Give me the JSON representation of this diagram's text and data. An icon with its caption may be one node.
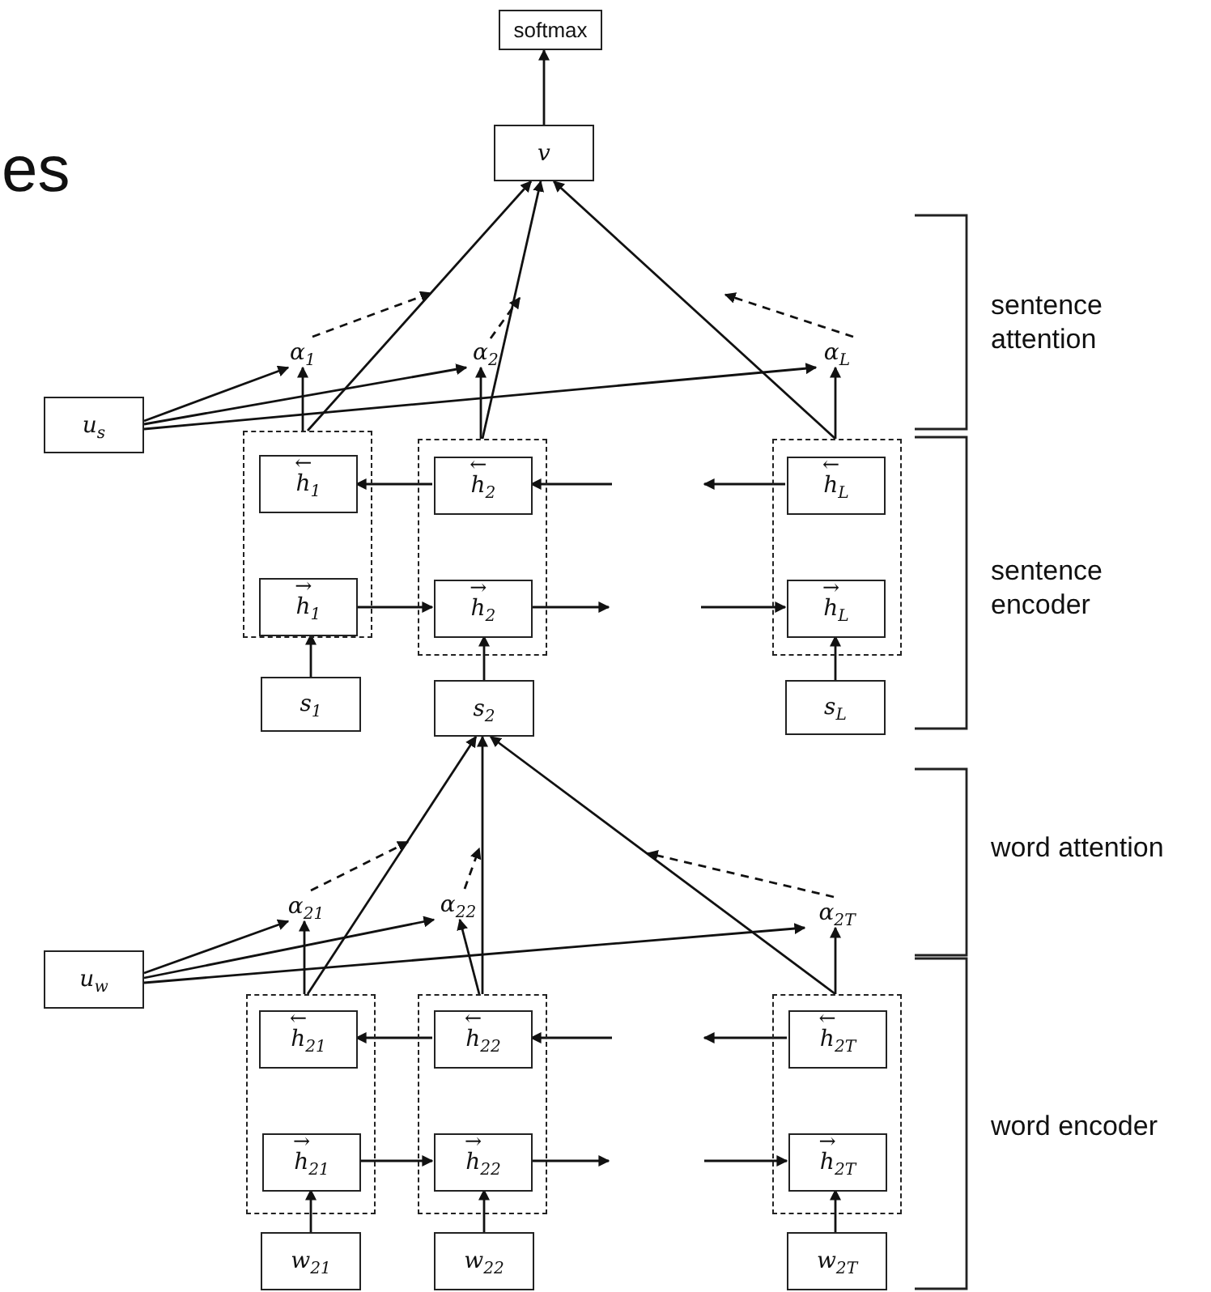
{
  "diagram": {
    "nodes": [
      {
        "text": [
          "softmax"
        ]
      },
      {
        "text": [
          "v"
        ]
      },
      {
        "text": [
          "α$_{1}$"
        ]
      },
      {
        "text": [
          "α$_{2}$"
        ]
      },
      {
        "text": [
          "α$_{L}$"
        ]
      },
      {
        "text": [
          "u$_{s}$"
        ]
      },
      {
        "text": [],
        "shape": "box"
      },
      {
        "text": [
          "$^{←}$h$_{1}$"
        ],
        "in": 6
      },
      {
        "text": [
          "$^{→}$h$_{1}$"
        ],
        "in": 6
      },
      {
        "text": [],
        "shape": "box"
      },
      {
        "text": [
          "$^{←}$h$_{2}$"
        ],
        "in": 9
      },
      {
        "text": [
          "$^{→}$h$_{2}$"
        ],
        "in": 9
      },
      {
        "text": [],
        "shape": "box"
      },
      {
        "text": [
          "$^{←}$h$_{L}$"
        ],
        "in": 12
      },
      {
        "text": [
          "$^{→}$h$_{L}$"
        ],
        "in": 12
      },
      {
        "text": [
          "s$_{1}$"
        ]
      },
      {
        "text": [
          "s$_{2}$"
        ]
      },
      {
        "text": [
          "s$_{L}$"
        ]
      },
      {
        "text": [
          "α$_{21}$"
        ]
      },
      {
        "text": [
          "α$_{22}$"
        ]
      },
      {
        "text": [
          "α$_{2T}$"
        ]
      },
      {
        "text": [
          "u$_{w}$"
        ]
      },
      {
        "text": [],
        "shape": "box"
      },
      {
        "text": [
          "$^{←}$h$_{21}$"
        ],
        "in": 22
      },
      {
        "text": [
          "$^{→}$h$_{21}$"
        ],
        "in": 22
      },
      {
        "text": [],
        "shape": "box"
      },
      {
        "text": [
          "$^{←}$h$_{22}$"
        ],
        "in": 25
      },
      {
        "text": [
          "$^{→}$h$_{22}$"
        ],
        "in": 25
      },
      {
        "text": [],
        "shape": "box"
      },
      {
        "text": [
          "$^{←}$h$_{2T}$"
        ],
        "in": 28
      },
      {
        "text": [
          "$^{→}$h$_{2T}$"
        ],
        "in": 28
      },
      {
        "text": [
          "w$_{21}$"
        ]
      },
      {
        "text": [
          "w$_{22}$"
        ]
      },
      {
        "text": [
          "w$_{2T}$"
        ]
      }
    ],
    "edges": [
      {
        "from": 1,
        "to": 0,
        "arrow": "to"
      },
      {
        "from": 6,
        "to": 1,
        "arrow": "to"
      },
      {
        "from": 9,
        "to": 1,
        "arrow": "to"
      },
      {
        "from": 12,
        "to": 1,
        "arrow": "to"
      },
      {
        "from": 6,
        "to": 2,
        "arrow": "to"
      },
      {
        "from": 9,
        "to": 3,
        "arrow": "to"
      },
      {
        "from": 12,
        "to": 4,
        "arrow": "to"
      },
      {
        "from": 5,
        "to": 2,
        "arrow": "to"
      },
      {
        "from": 5,
        "to": 3,
        "arrow": "to"
      },
      {
        "from": 5,
        "to": 4,
        "arrow": "to"
      },
      {
        "from": 2,
        "to": null,
        "arrow": "to",
        "style": "dashed"
      },
      {
        "from": 3,
        "to": null,
        "arrow": "to",
        "style": "dashed"
      },
      {
        "from": 4,
        "to": null,
        "arrow": "to",
        "style": "dashed"
      },
      {
        "from": 10,
        "to": 7,
        "arrow": "to"
      },
      {
        "from": null,
        "to": 10,
        "arrow": "to"
      },
      {
        "from": 13,
        "to": null,
        "arrow": "to"
      },
      {
        "from": 8,
        "to": 11,
        "arrow": "to"
      },
      {
        "from": 11,
        "to": null,
        "arrow": "to"
      },
      {
        "from": null,
        "to": 14,
        "arrow": "to"
      },
      {
        "from": 15,
        "to": 8,
        "arrow": "to"
      },
      {
        "from": 16,
        "to": 11,
        "arrow": "to"
      },
      {
        "from": 17,
        "to": 14,
        "arrow": "to"
      },
      {
        "from": 22,
        "to": 16,
        "arrow": "to"
      },
      {
        "from": 25,
        "to": 16,
        "arrow": "to"
      },
      {
        "from": 28,
        "to": 16,
        "arrow": "to"
      },
      {
        "from": 22,
        "to": 18,
        "arrow": "to"
      },
      {
        "from": 25,
        "to": 19,
        "arrow": "to"
      },
      {
        "from": 28,
        "to": 20,
        "arrow": "to"
      },
      {
        "from": 21,
        "to": 18,
        "arrow": "to"
      },
      {
        "from": 21,
        "to": 19,
        "arrow": "to"
      },
      {
        "from": 21,
        "to": 20,
        "arrow": "to"
      },
      {
        "from": 18,
        "to": null,
        "arrow": "to",
        "style": "dashed"
      },
      {
        "from": 19,
        "to": null,
        "arrow": "to",
        "style": "dashed"
      },
      {
        "from": 20,
        "to": null,
        "arrow": "to",
        "style": "dashed"
      },
      {
        "from": 26,
        "to": 23,
        "arrow": "to"
      },
      {
        "from": null,
        "to": 26,
        "arrow": "to"
      },
      {
        "from": 29,
        "to": null,
        "arrow": "to"
      },
      {
        "from": 24,
        "to": 27,
        "arrow": "to"
      },
      {
        "from": 27,
        "to": null,
        "arrow": "to"
      },
      {
        "from": null,
        "to": 30,
        "arrow": "to"
      },
      {
        "from": 31,
        "to": 24,
        "arrow": "to"
      },
      {
        "from": 32,
        "to": 27,
        "arrow": "to"
      },
      {
        "from": 33,
        "to": 30,
        "arrow": "to"
      }
    ],
    "labels": [
      "es",
      "sentence attention",
      "sentence encoder",
      "word attention",
      "word encoder"
    ]
  }
}
